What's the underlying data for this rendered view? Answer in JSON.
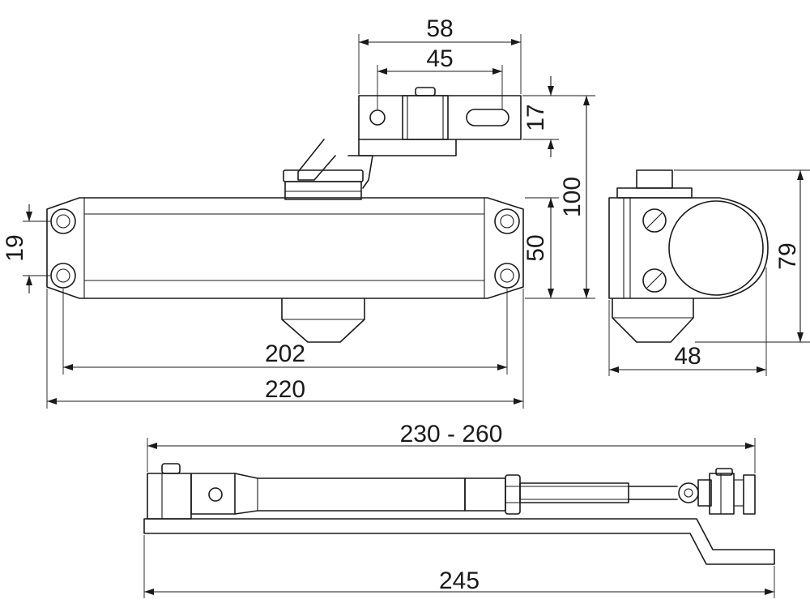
{
  "diagram": {
    "dimensions": {
      "bracket_width": "58",
      "bracket_hole_spacing": "45",
      "bracket_height": "17",
      "total_height": "100",
      "body_hole_spacing": "19",
      "body_height": "50",
      "body_hole_centers": "202",
      "body_length": "220",
      "side_height": "79",
      "side_width": "48",
      "arm_length_range": "230 - 260",
      "arm_total_length": "245"
    }
  }
}
